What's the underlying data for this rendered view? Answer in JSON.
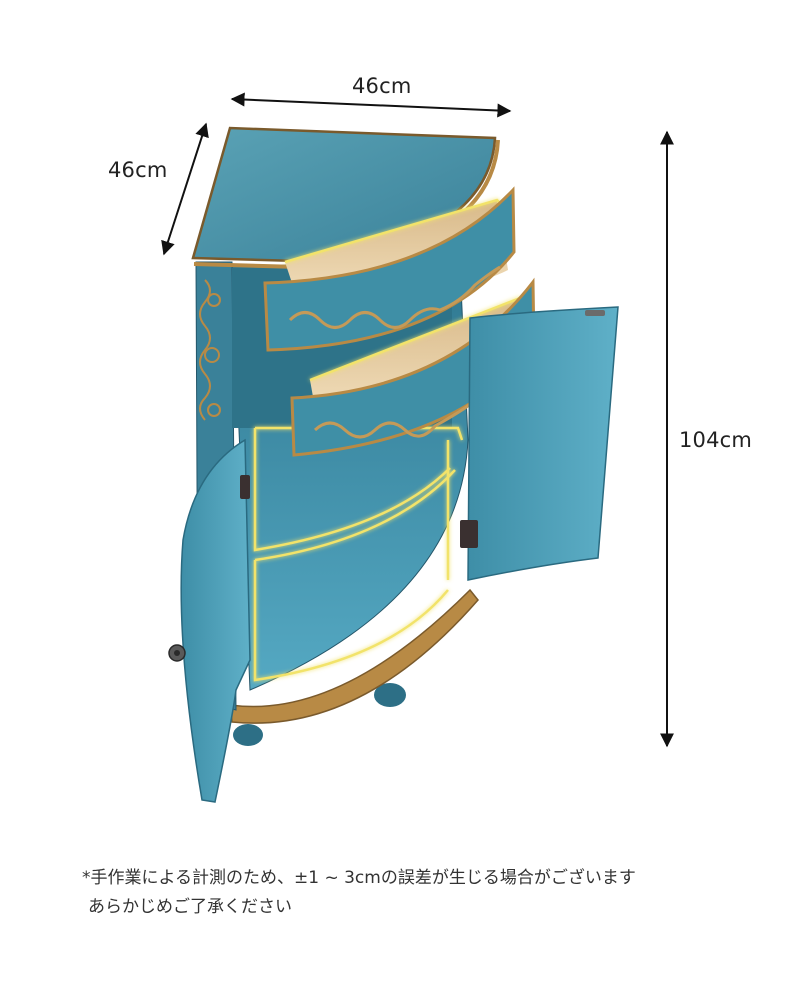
{
  "dimensions": {
    "width_label": "46cm",
    "depth_label": "46cm",
    "height_label": "104cm"
  },
  "note": {
    "line1": "*手作業による計測のため、±1 ~ 3cmの誤差が生じる場合がございます",
    "line2": "あらかじめご了承ください"
  },
  "colors": {
    "cabinet_blue": "#3f8fa6",
    "interior_blue": "#4ea3bd",
    "gold_trim": "#b88a45",
    "highlight_glow": "#f2e36a",
    "drawer_wood": "#e9d3ad"
  },
  "icons": {
    "arrow": "double-headed-arrow-icon",
    "knob": "keyhole-knob-icon",
    "hinge": "door-hinge-icon"
  }
}
